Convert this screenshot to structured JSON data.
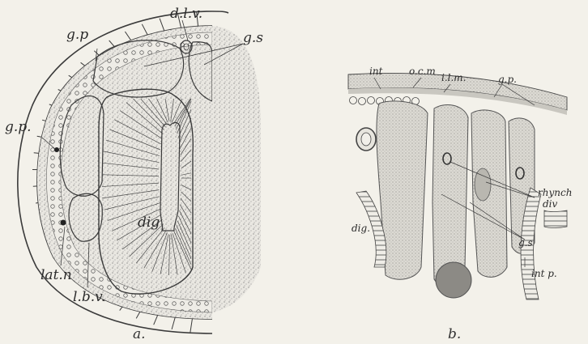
{
  "figure_a": {
    "caption": "a.",
    "labels": {
      "gp_top": "g.p",
      "dlv": "d.l.v.",
      "gs": "g.s",
      "gp_left": "g.p.",
      "dig": "dig",
      "latn": "lat.n",
      "lbv": "l.b.v."
    }
  },
  "figure_b": {
    "caption": "b.",
    "labels": {
      "int": "int",
      "ocm": "o.c.m",
      "ilm": "i.l.m.",
      "gp": "g.p.",
      "rhynch": "rhynch",
      "div": "div",
      "dig": "dig.",
      "gs": "g.s",
      "intp": "int p."
    }
  },
  "colors": {
    "background": "#f3f1ea",
    "ink": "#3a3a3a",
    "stipple_fill": "#e4e2dc",
    "dark_spot": "#8c8a85"
  }
}
